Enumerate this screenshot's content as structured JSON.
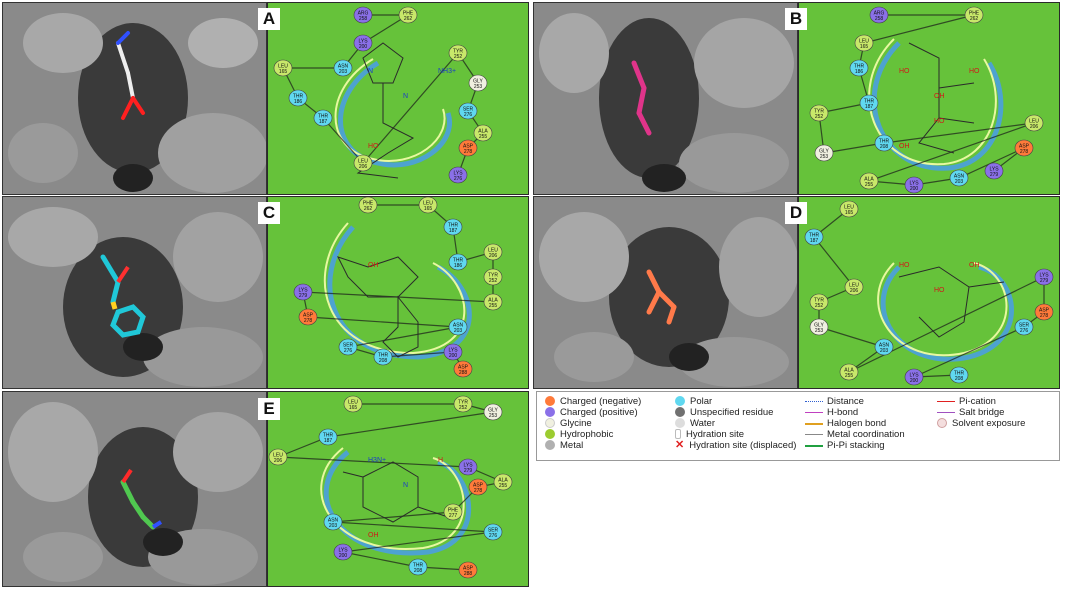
{
  "panels": [
    {
      "letter": "A",
      "residues": [
        "ARG 258",
        "PHE 262",
        "LYS 200",
        "ASN 203",
        "LEU 165",
        "THR 186",
        "THR 187",
        "LEU 206",
        "TYR 252",
        "GLY 253",
        "SER 276",
        "ALA 255",
        "ASP 278",
        "LYS 276"
      ],
      "atom_labels": [
        "N",
        "N",
        "NH3+",
        "HO"
      ]
    },
    {
      "letter": "B",
      "residues": [
        "ARG 258",
        "PHE 262",
        "LEU 165",
        "THR 186",
        "THR 187",
        "TYR 252",
        "GLY 253",
        "THR 208",
        "LEU 206",
        "ALA 255",
        "LYS 200",
        "ASN 203",
        "ASP 278",
        "LYS 279"
      ],
      "atom_labels": [
        "HO",
        "OH",
        "HO",
        "OH",
        "HO"
      ]
    },
    {
      "letter": "C",
      "residues": [
        "PHE 262",
        "LEU 165",
        "THR 187",
        "THR 186",
        "LEU 206",
        "TYR 252",
        "ALA 255",
        "LYS 279",
        "ASP 278",
        "ASN 203",
        "SER 276",
        "THR 208",
        "LYS 200",
        "ASP 288"
      ],
      "atom_labels": [
        "OH"
      ]
    },
    {
      "letter": "D",
      "residues": [
        "LEU 165",
        "THR 187",
        "LEU 206",
        "TYR 252",
        "GLY 253",
        "ASN 203",
        "ALA 255",
        "LYS 279",
        "ASP 278",
        "SER 276",
        "LYS 200",
        "THR 208"
      ],
      "atom_labels": [
        "HO",
        "HO",
        "OH"
      ]
    },
    {
      "letter": "E",
      "residues": [
        "LEU 165",
        "TYR 252",
        "GLY 253",
        "THR 187",
        "LEU 206",
        "LYS 279",
        "ALA 255",
        "ASP 278",
        "PHE 277",
        "ASN 203",
        "SER 276",
        "LYS 200",
        "THR 208",
        "ASP 288"
      ],
      "atom_labels": [
        "H3N+",
        "N",
        "H",
        "OH"
      ]
    }
  ],
  "legend": {
    "col1": [
      "Charged (negative)",
      "Charged (positive)",
      "Glycine",
      "Hydrophobic",
      "Metal"
    ],
    "col2": [
      "Polar",
      "Unspecified residue",
      "Water",
      "Hydration site",
      "Hydration site (displaced)"
    ],
    "col3": [
      "Distance",
      "H-bond",
      "Halogen bond",
      "Metal coordination",
      "Pi-Pi stacking"
    ],
    "col4": [
      "Pi-cation",
      "Salt bridge",
      "Solvent exposure"
    ]
  }
}
